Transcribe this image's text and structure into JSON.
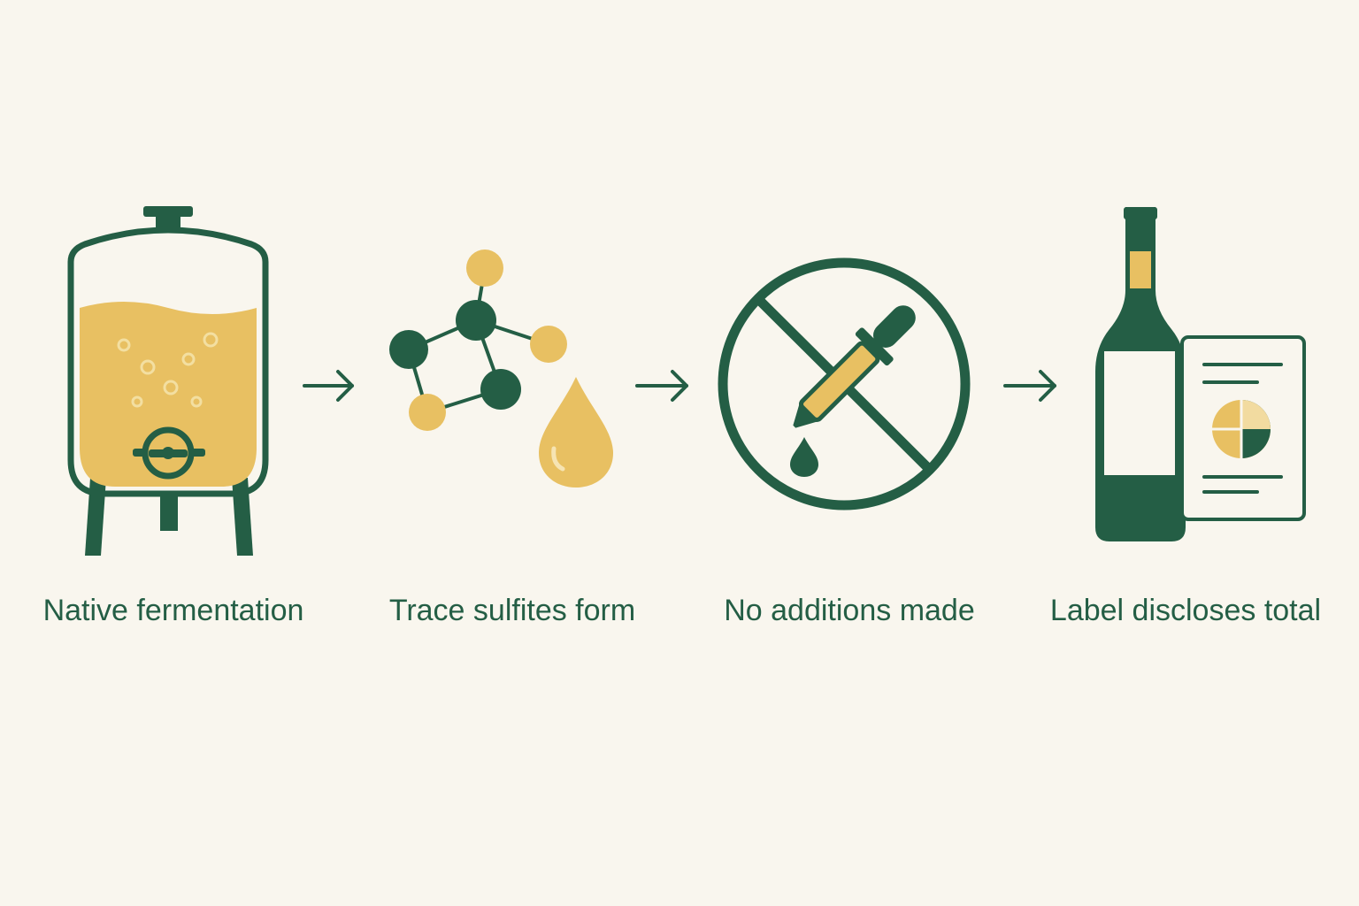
{
  "colors": {
    "background": "#f9f6ee",
    "dark_green": "#245e45",
    "gold": "#e8c062",
    "cream_fill": "#f9f6ee"
  },
  "steps": [
    {
      "label": "Native fermentation",
      "icon": "fermentation-tank-icon"
    },
    {
      "label": "Trace sulfites form",
      "icon": "sulfite-molecule-icon"
    },
    {
      "label": "No additions made",
      "icon": "no-dropper-icon"
    },
    {
      "label": "Label discloses total",
      "icon": "bottle-and-label-icon"
    }
  ],
  "connectors": [
    "arrow-right-icon",
    "arrow-right-icon",
    "arrow-right-icon"
  ]
}
